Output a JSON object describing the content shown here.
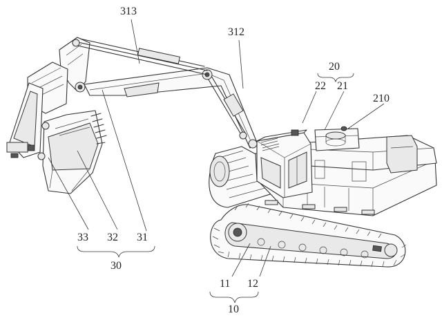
{
  "figure": {
    "labels": [
      {
        "id": "313",
        "text": "313"
      },
      {
        "id": "312",
        "text": "312"
      },
      {
        "id": "20",
        "text": "20"
      },
      {
        "id": "22",
        "text": "22"
      },
      {
        "id": "21",
        "text": "21"
      },
      {
        "id": "210",
        "text": "210"
      },
      {
        "id": "33",
        "text": "33"
      },
      {
        "id": "32",
        "text": "32"
      },
      {
        "id": "31",
        "text": "31"
      },
      {
        "id": "30",
        "text": "30"
      },
      {
        "id": "11",
        "text": "11"
      },
      {
        "id": "12",
        "text": "12"
      },
      {
        "id": "10",
        "text": "10"
      }
    ]
  }
}
